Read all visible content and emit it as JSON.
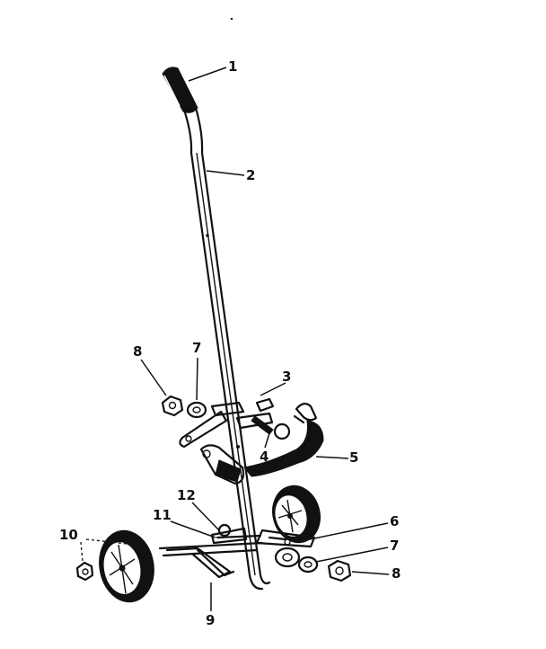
{
  "diagram": {
    "callouts": [
      {
        "id": "c1",
        "text": "1"
      },
      {
        "id": "c2",
        "text": "2"
      },
      {
        "id": "c3",
        "text": "3"
      },
      {
        "id": "c4",
        "text": "4"
      },
      {
        "id": "c5",
        "text": "5"
      },
      {
        "id": "c6",
        "text": "6"
      },
      {
        "id": "c7a",
        "text": "7"
      },
      {
        "id": "c7b",
        "text": "7"
      },
      {
        "id": "c8a",
        "text": "8"
      },
      {
        "id": "c8b",
        "text": "8"
      },
      {
        "id": "c9",
        "text": "9"
      },
      {
        "id": "c10",
        "text": "10"
      },
      {
        "id": "c11",
        "text": "11"
      },
      {
        "id": "c12",
        "text": "12"
      }
    ]
  }
}
